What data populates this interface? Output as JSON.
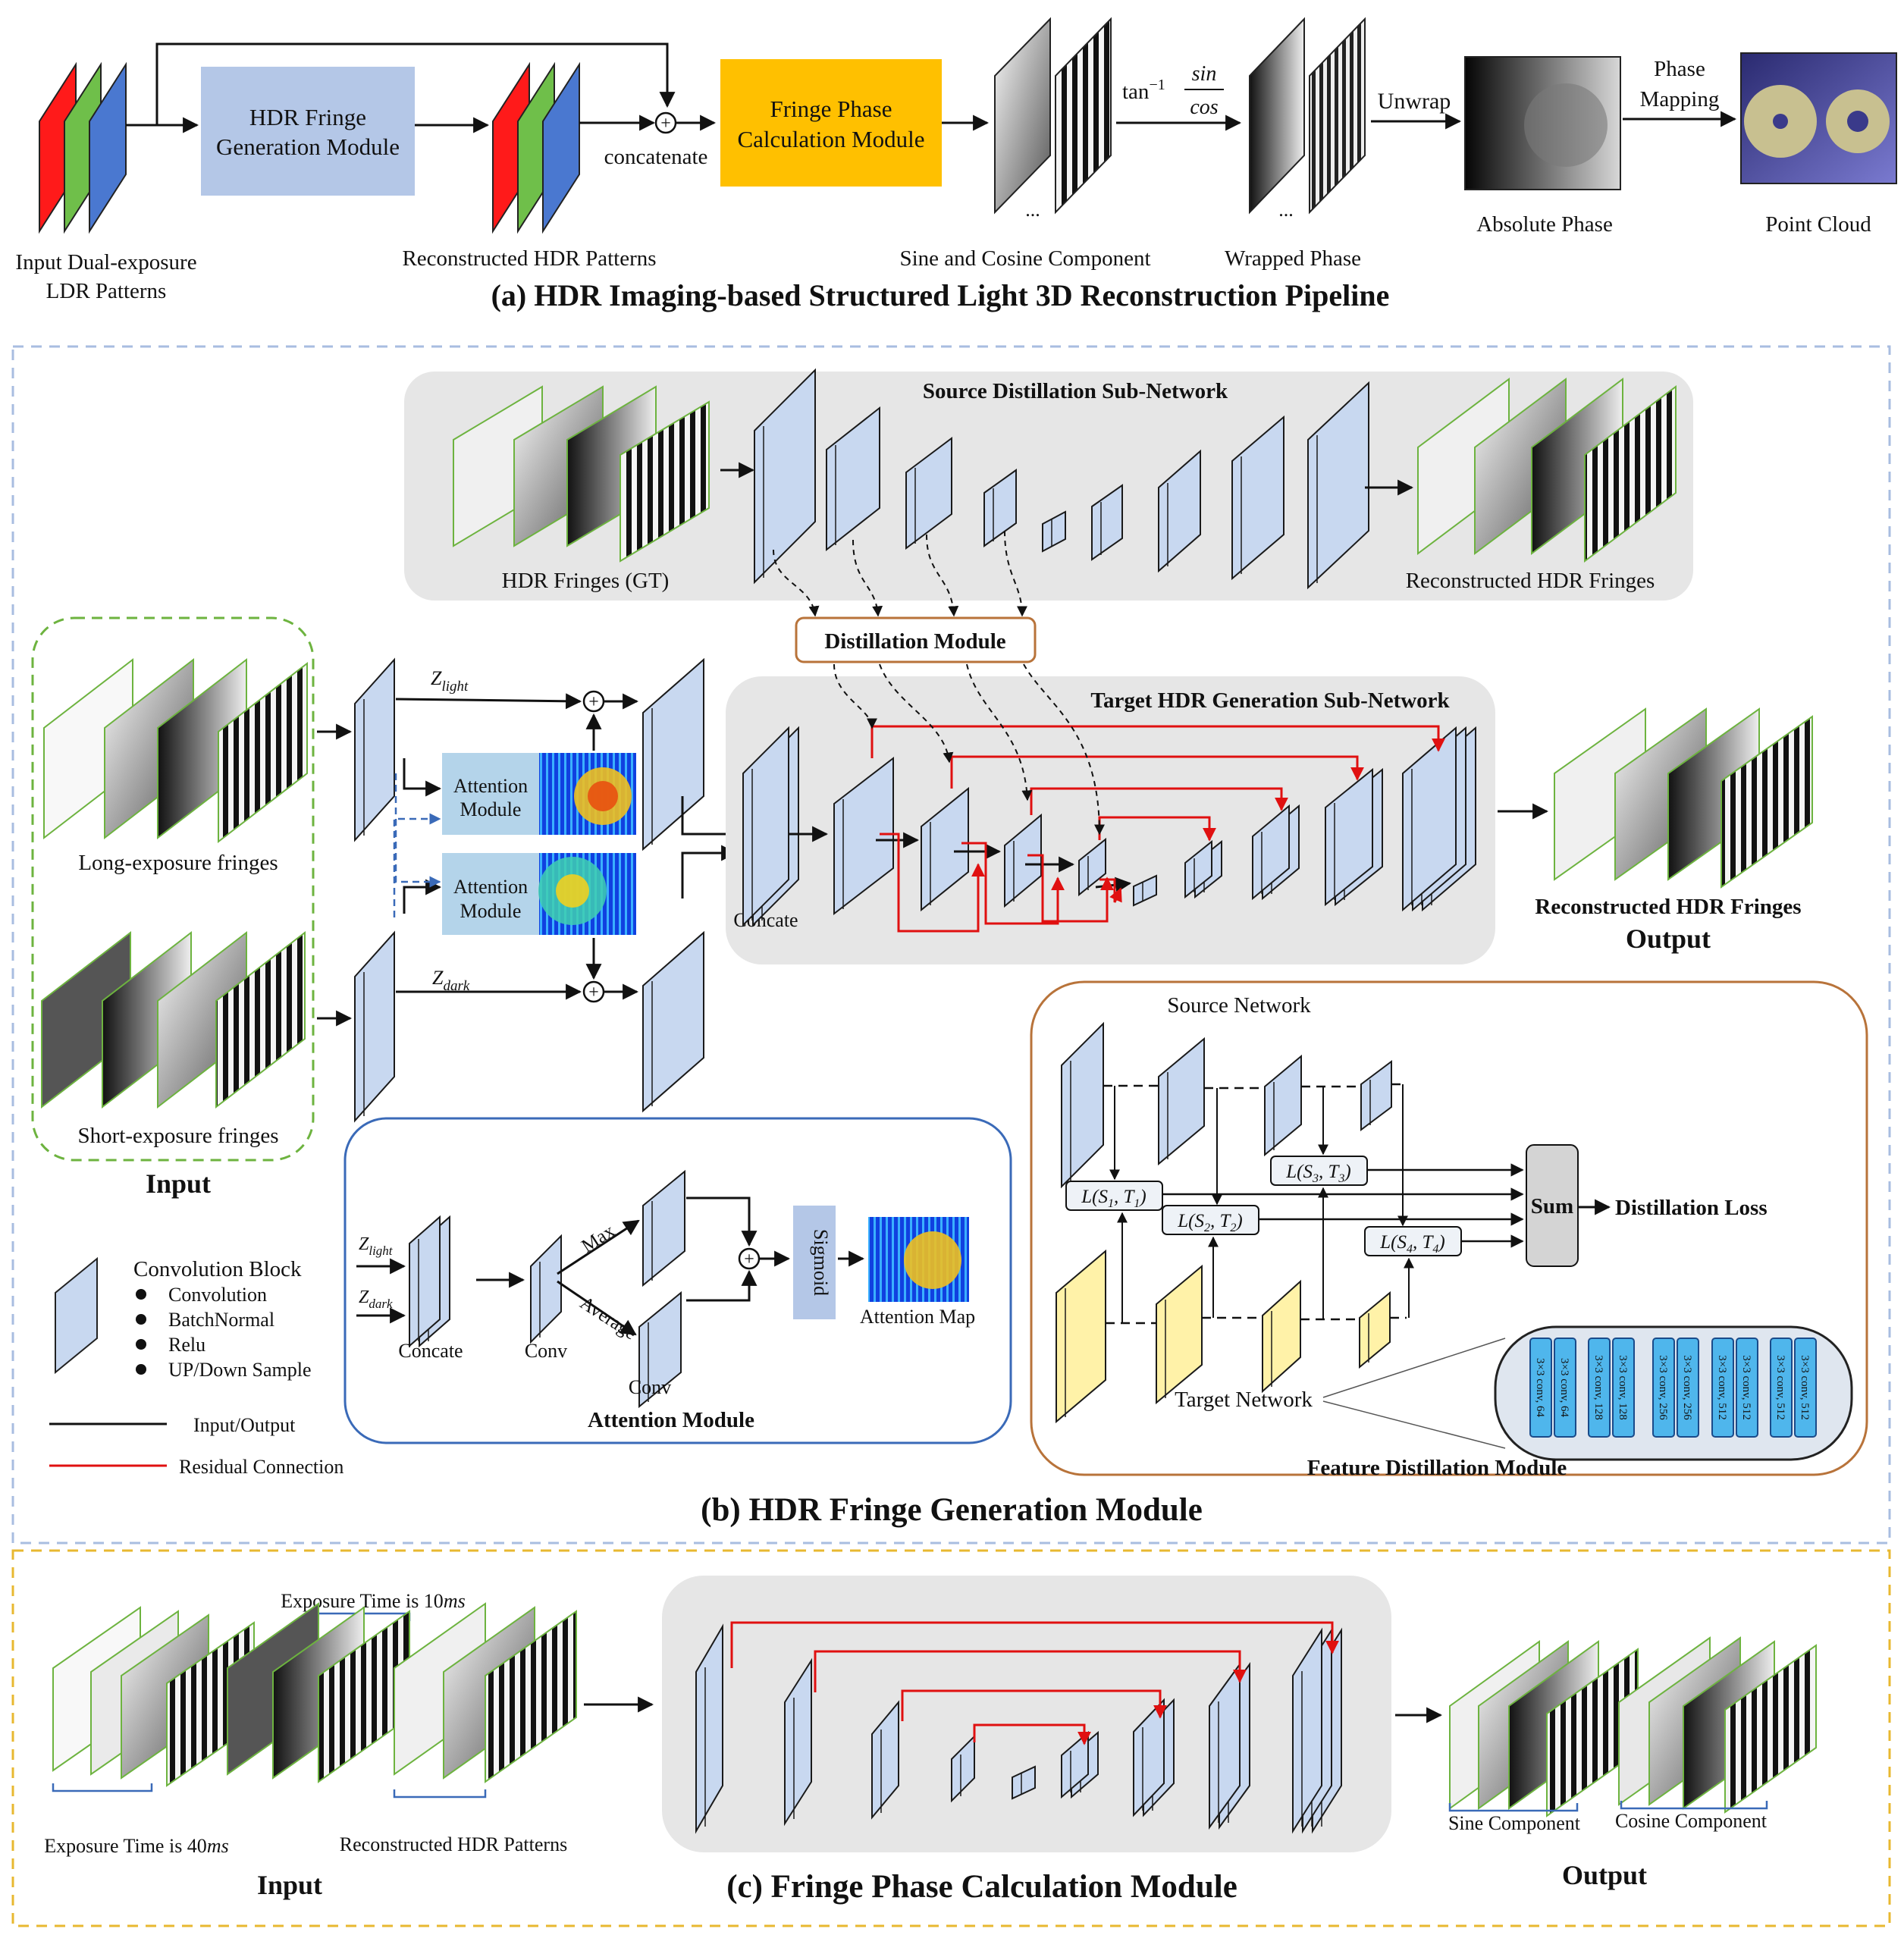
{
  "pipeline": {
    "input_label_1": "Input Dual-exposure",
    "input_label_2": "LDR Patterns",
    "hdr_module_1": "HDR Fringe",
    "hdr_module_2": "Generation Module",
    "recon_label": "Reconstructed HDR Patterns",
    "concat_label": "concatenate",
    "phase_module_1": "Fringe Phase",
    "phase_module_2": "Calculation Module",
    "sincos_label": "Sine and Cosine Component",
    "atan_label": "tan",
    "atan_exp": "−1",
    "atan_num": "sin",
    "atan_den": "cos",
    "wrapped_label": "Wrapped Phase",
    "unwrap_label": "Unwrap",
    "absphase_label": "Absolute Phase",
    "phase_mapping_1": "Phase",
    "phase_mapping_2": "Mapping",
    "pointcloud_label": "Point Cloud",
    "ellipsis": "...",
    "title": "(a) HDR Imaging-based Structured Light 3D Reconstruction Pipeline"
  },
  "gen": {
    "source_title": "Source Distillation Sub-Network",
    "gt_label": "HDR Fringes (GT)",
    "src_recon_label": "Reconstructed HDR Fringes",
    "distill_module": "Distillation Module",
    "target_title": "Target HDR Generation Sub-Network",
    "z_light": "Z",
    "z_light_sub": "light",
    "z_dark": "Z",
    "z_dark_sub": "dark",
    "attn_module_1": "Attention",
    "attn_module_2": "Module",
    "long_label": "Long-exposure fringes",
    "short_label": "Short-exposure fringes",
    "input_title": "Input",
    "concate_label": "Concate",
    "out_recon_label": "Reconstructed HDR Fringes",
    "output_title": "Output",
    "legend_conv_title": "Convolution Block",
    "legend_items": [
      "Convolution",
      "BatchNormal",
      "Relu",
      "UP/Down Sample"
    ],
    "legend_io": "Input/Output",
    "legend_res": "Residual Connection",
    "attn_box_title": "Attention Module",
    "attn_concate": "Concate",
    "attn_conv": "Conv",
    "attn_conv2": "Conv",
    "attn_max": "Max",
    "attn_avg": "Average",
    "attn_sigmoid": "Sigmoid",
    "attn_map": "Attention Map",
    "fd_source_net": "Source Network",
    "fd_target_net": "Target Network",
    "fd_l1": "L(S",
    "fd_l1_a": "1",
    "fd_l1_b": "T",
    "fd_l1_c": "1",
    "fd_l2_a": "2",
    "fd_l2_c": "2",
    "fd_l3_a": "3",
    "fd_l3_c": "3",
    "fd_l4_a": "4",
    "fd_l4_c": "4",
    "fd_sum": "Sum",
    "fd_loss": "Distillation Loss",
    "fd_title": "Feature Distillation Module",
    "fd_convs": [
      [
        "3×3 conv, 64",
        "3×3 conv, 64"
      ],
      [
        "3×3 conv, 128",
        "3×3 conv, 128"
      ],
      [
        "3×3 conv, 256",
        "3×3 conv, 256"
      ],
      [
        "3×3 conv, 512",
        "3×3 conv, 512"
      ],
      [
        "3×3 conv, 512",
        "3×3 conv, 512"
      ]
    ],
    "title": "(b) HDR Fringe Generation Module"
  },
  "phase": {
    "exp10_prefix": "Exposure Time is 10",
    "exp10_unit": "ms",
    "exp40_prefix": "Exposure Time is 40",
    "exp40_unit": "ms",
    "recon_label": "Reconstructed HDR Patterns",
    "input_title": "Input",
    "sine_label": "Sine Component",
    "cosine_label": "Cosine Component",
    "output_title": "Output",
    "title": "(c) Fringe Phase Calculation Module"
  },
  "colors": {
    "block_fill": "#c8d8f0",
    "block_stroke": "#1a1a1a",
    "residual": "#e01010",
    "gray_panel": "#e6e6e6",
    "dash_blue": "#a8bde0",
    "dash_green": "#6db33f",
    "dash_gold": "#e8b830",
    "orange_box": "#b8733a",
    "blue_box": "#3a6ab8",
    "fringe_module": "#ffc000",
    "hdr_module": "#b4c7e7",
    "target_yellow": "#fff2a8"
  }
}
